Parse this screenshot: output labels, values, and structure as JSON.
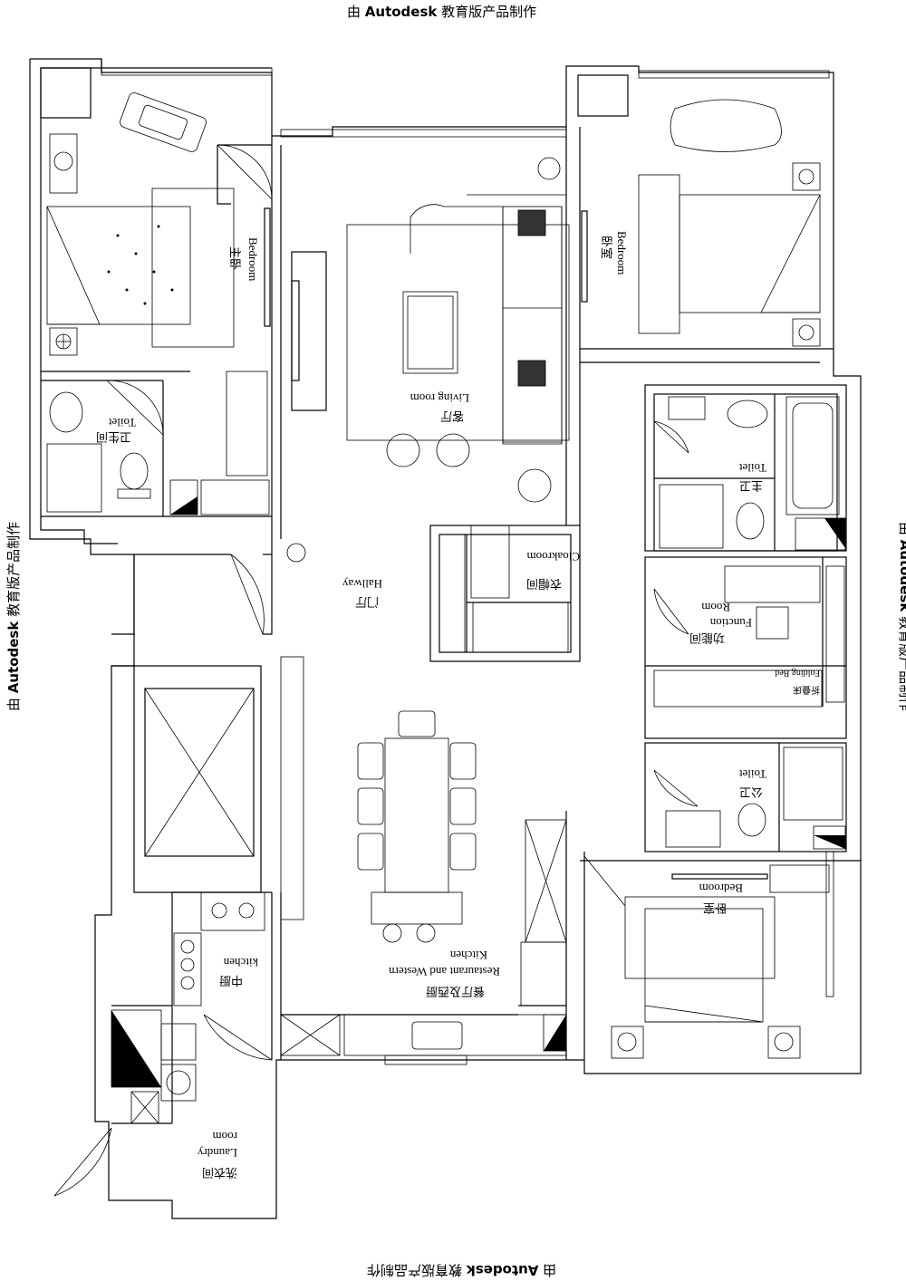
{
  "watermark": {
    "prefix": "由",
    "brand": "Autodesk",
    "suffix": "教育版产品制作"
  },
  "rooms": {
    "master_bedroom": {
      "zh": "主卧",
      "en": "Bedroom"
    },
    "bedroom_right": {
      "zh": "卧室",
      "en": "Bedroom"
    },
    "living_room": {
      "zh": "客厅",
      "en": "Living room"
    },
    "toilet_left": {
      "zh": "卫生间",
      "en": "Toilet"
    },
    "master_toilet": {
      "zh": "主卫",
      "en": "Toilet"
    },
    "cloakroom": {
      "zh": "衣帽间",
      "en": "Cloakroom"
    },
    "hallway": {
      "zh": "门厅",
      "en": "Hallway"
    },
    "function_room": {
      "zh": "功能间",
      "en1": "Function",
      "en2": "Room"
    },
    "folding_bed": {
      "zh": "折叠床",
      "en": "Folding Bed"
    },
    "public_toilet": {
      "zh": "公卫",
      "en": "Toilet"
    },
    "bedroom_lower": {
      "zh": "卧室",
      "en": "Bedroom"
    },
    "dining": {
      "zh": "餐厅及西厨",
      "en1": "Restaurant and Western",
      "en2": "Kitchen"
    },
    "kitchen": {
      "zh": "中厨",
      "en": "kitchen"
    },
    "laundry": {
      "zh": "洗衣间",
      "en1": "Laundry",
      "en2": "room"
    }
  }
}
